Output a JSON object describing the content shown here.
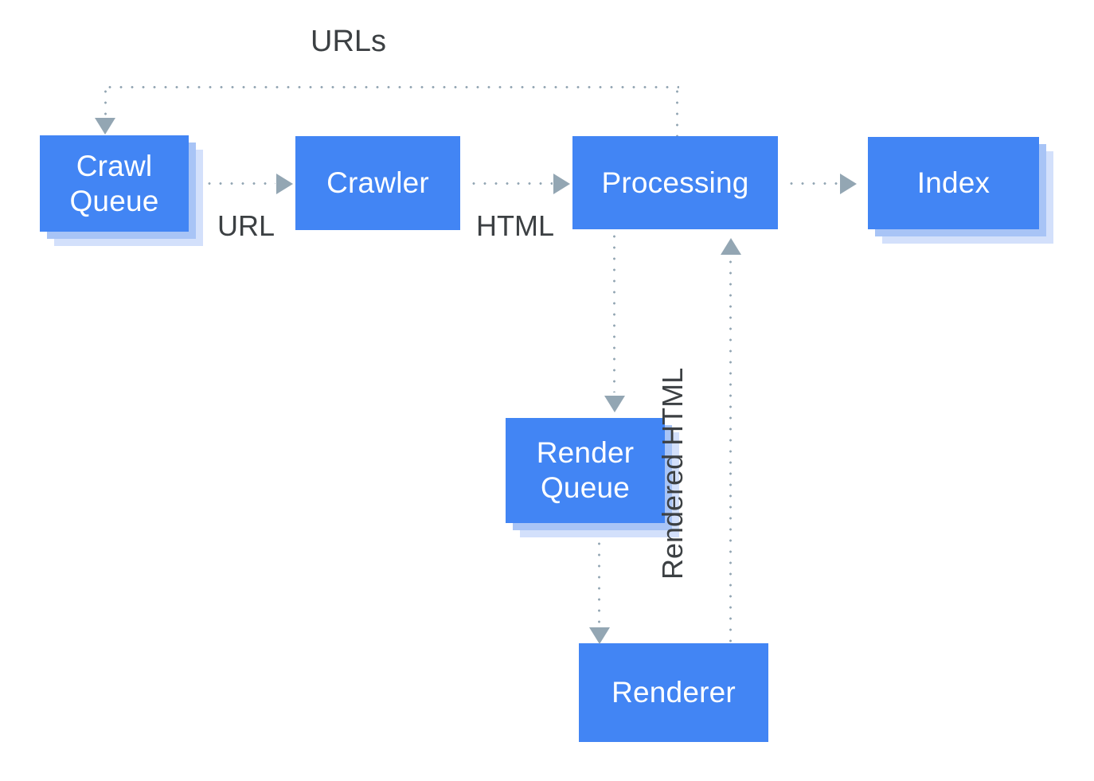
{
  "diagram": {
    "title": "Googlebot crawl, render and index pipeline",
    "background_color": "#ffffff",
    "node_color": "#4285f4",
    "node_text_color": "#ffffff",
    "shadow_near_color": "#a8c4f6",
    "shadow_far_color": "#d3e0fb",
    "connector_color": "#93a6b3",
    "label_color": "#3c4043",
    "connector_style": "dotted"
  },
  "nodes": [
    {
      "id": "crawl-queue",
      "label": "Crawl\nQueue",
      "line1": "Crawl",
      "line2": "Queue",
      "stacked": true
    },
    {
      "id": "crawler",
      "label": "Crawler",
      "line1": "Crawler",
      "line2": "",
      "stacked": false
    },
    {
      "id": "processing",
      "label": "Processing",
      "line1": "Processing",
      "line2": "",
      "stacked": false
    },
    {
      "id": "index",
      "label": "Index",
      "line1": "Index",
      "line2": "",
      "stacked": true
    },
    {
      "id": "render-queue",
      "label": "Render\nQueue",
      "line1": "Render",
      "line2": "Queue",
      "stacked": true
    },
    {
      "id": "renderer",
      "label": "Renderer",
      "line1": "Renderer",
      "line2": "",
      "stacked": false
    }
  ],
  "edges": [
    {
      "id": "crawlqueue-to-crawler",
      "label": "URL",
      "from": "crawl-queue",
      "to": "crawler"
    },
    {
      "id": "crawler-to-processing",
      "label": "HTML",
      "from": "crawler",
      "to": "processing"
    },
    {
      "id": "processing-to-index",
      "label": "",
      "from": "processing",
      "to": "index"
    },
    {
      "id": "processing-to-crawlqueue",
      "label": "URLs",
      "from": "processing",
      "to": "crawl-queue"
    },
    {
      "id": "processing-to-renderqueue",
      "label": "",
      "from": "processing",
      "to": "render-queue"
    },
    {
      "id": "renderqueue-to-renderer",
      "label": "",
      "from": "render-queue",
      "to": "renderer"
    },
    {
      "id": "renderer-to-processing",
      "label": "Rendered HTML",
      "from": "renderer",
      "to": "processing"
    }
  ],
  "labels": {
    "urls": "URLs",
    "url": "URL",
    "html": "HTML",
    "rendered_html": "Rendered HTML"
  }
}
